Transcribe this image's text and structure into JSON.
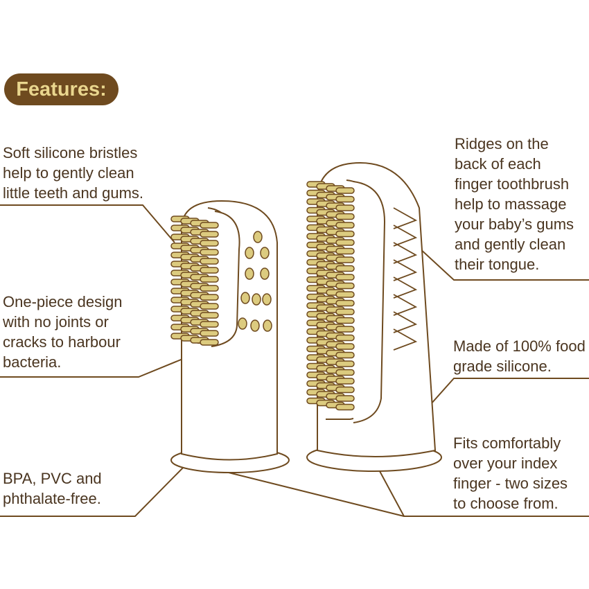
{
  "badge": "Features:",
  "colors": {
    "brown": "#6e4a1f",
    "text": "#4a3520",
    "bristle": "#dccb7f",
    "badge_text": "#e9d68e"
  },
  "callouts": {
    "bristles": [
      "Soft silicone bristles",
      "help to gently clean",
      "little teeth and gums."
    ],
    "one_piece": [
      "One-piece design",
      "with no joints or",
      "cracks to harbour",
      "bacteria."
    ],
    "bpa": [
      "BPA, PVC and",
      "phthalate-free."
    ],
    "ridges": [
      "Ridges on the",
      "back of each",
      "finger toothbrush",
      "help to massage",
      "your baby’s gums",
      "and gently clean",
      "their tongue."
    ],
    "silicone": [
      "Made of 100% food",
      "grade silicone."
    ],
    "fits": [
      "Fits comfortably",
      "over your index",
      "finger - two sizes",
      "to choose from."
    ]
  }
}
